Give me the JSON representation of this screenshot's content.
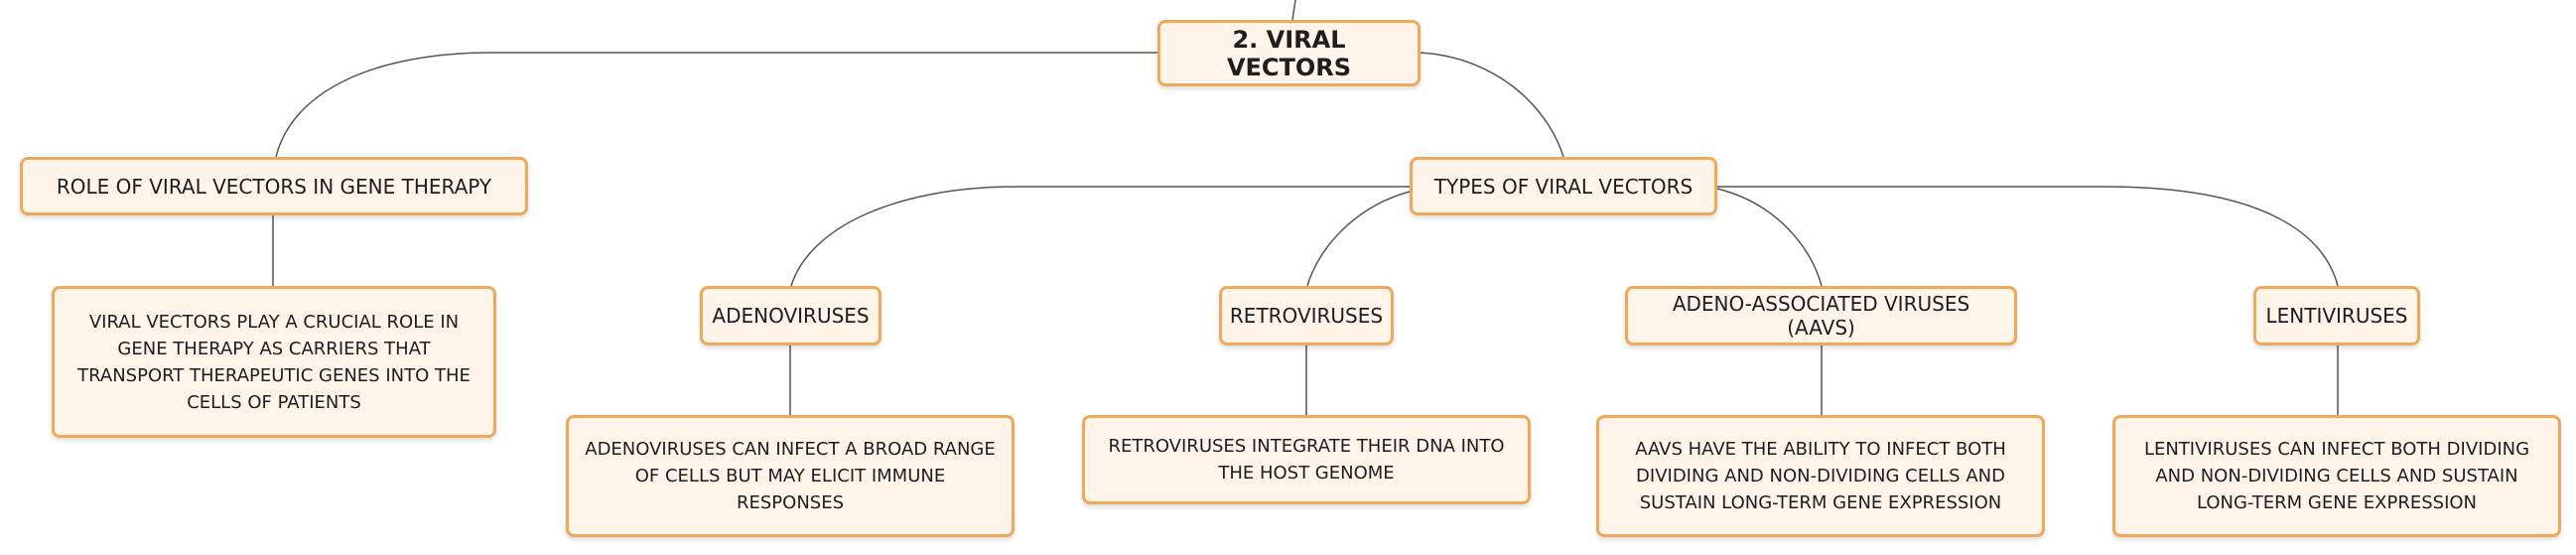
{
  "diagram": {
    "root": {
      "label": "2. VIRAL VECTORS"
    },
    "role": {
      "label": "ROLE OF VIRAL VECTORS IN GENE THERAPY",
      "detail": "VIRAL VECTORS PLAY A CRUCIAL ROLE IN GENE THERAPY AS CARRIERS THAT TRANSPORT THERAPEUTIC GENES INTO THE CELLS OF PATIENTS"
    },
    "types": {
      "label": "TYPES OF VIRAL VECTORS",
      "items": [
        {
          "label": "ADENOVIRUSES",
          "detail": "ADENOVIRUSES CAN INFECT A BROAD RANGE OF CELLS BUT MAY ELICIT IMMUNE RESPONSES"
        },
        {
          "label": "RETROVIRUSES",
          "detail": "RETROVIRUSES INTEGRATE THEIR DNA INTO THE HOST GENOME"
        },
        {
          "label": "ADENO-ASSOCIATED VIRUSES (AAVS)",
          "detail": "AAVS HAVE THE ABILITY TO INFECT BOTH DIVIDING AND NON-DIVIDING CELLS AND SUSTAIN LONG-TERM GENE EXPRESSION"
        },
        {
          "label": "LENTIVIRUSES",
          "detail": "LENTIVIRUSES CAN INFECT BOTH DIVIDING AND NON-DIVIDING CELLS AND SUSTAIN LONG-TERM GENE EXPRESSION"
        }
      ]
    },
    "colors": {
      "node_fill": "#fef4ea",
      "node_border": "#f0a95a",
      "connector": "#555555",
      "text": "#1e1e1e"
    }
  }
}
